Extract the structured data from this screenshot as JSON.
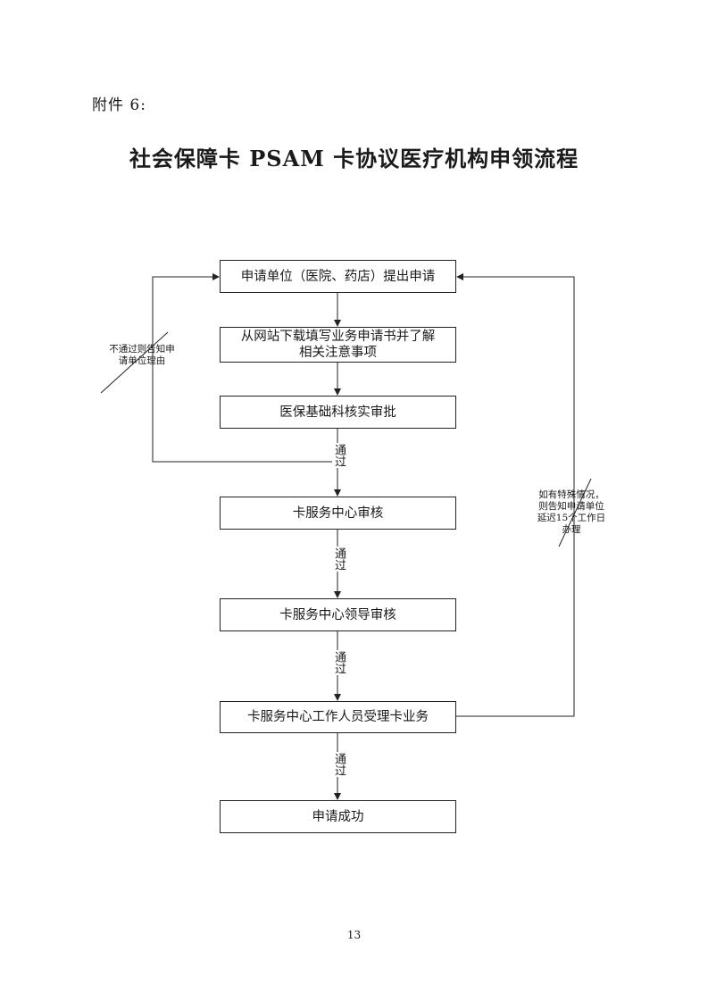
{
  "header": {
    "attachment": "附件 6:"
  },
  "title": "社会保障卡 PSAM 卡协议医疗机构申领流程",
  "steps": {
    "apply": "申请单位（医院、药店）提出申请",
    "download_line1": "从网站下载填写业务申请书并了解",
    "download_line2": "相关注意事项",
    "medical_review": "医保基础科核实审批",
    "center_review": "卡服务中心审核",
    "leader_review": "卡服务中心领导审核",
    "staff_accept": "卡服务中心工作人员受理卡业务",
    "success": "申请成功"
  },
  "labels": {
    "pass1": "通过",
    "pass2": "通过",
    "pass3": "通过",
    "pass4": "通过"
  },
  "notes": {
    "reject_line1": "不通过则告知申",
    "reject_line2": "请单位理由",
    "special_line1": "如有特殊情况，",
    "special_line2": "则告知申请单位",
    "special_line3": "延迟15个工作日",
    "special_line4": "办理"
  },
  "footer": {
    "page_number": "13"
  }
}
